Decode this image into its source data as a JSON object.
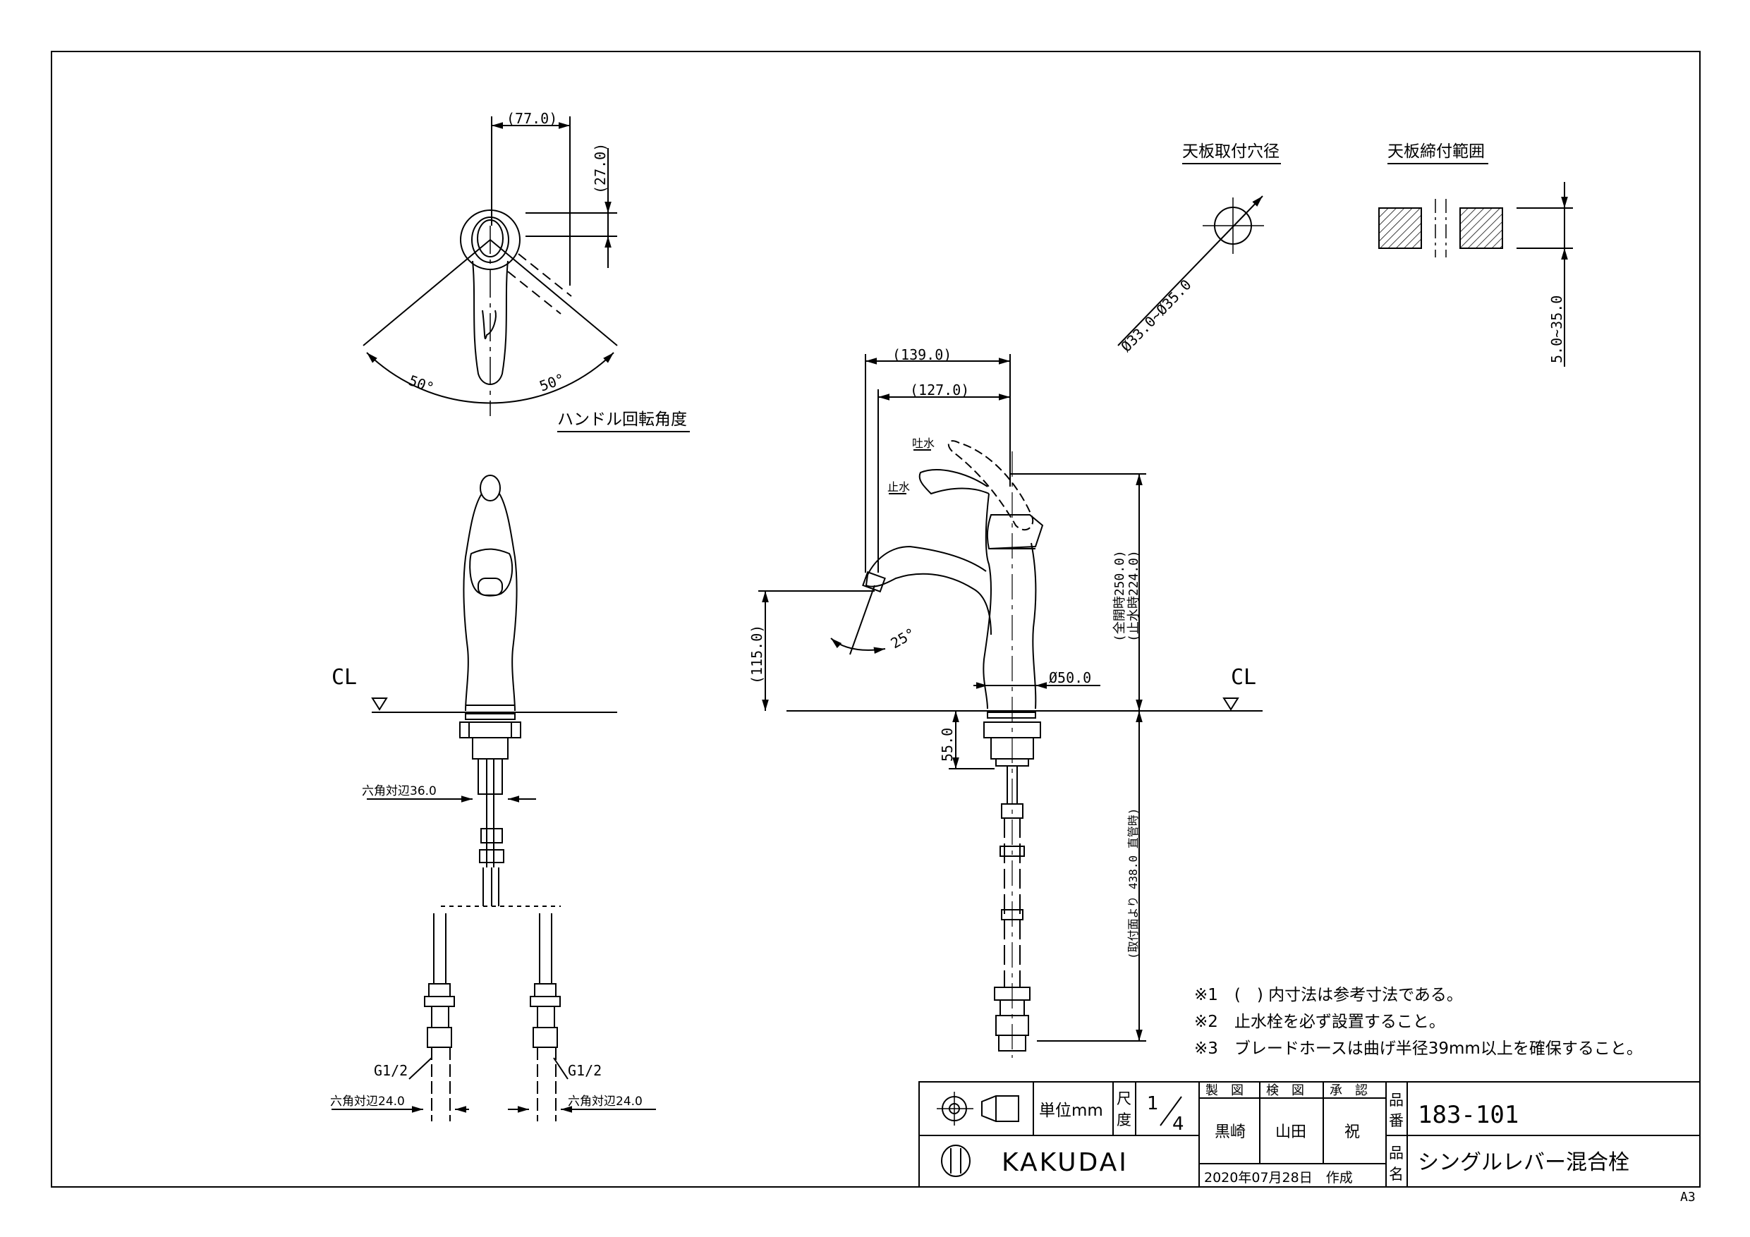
{
  "handle_rotation": {
    "width": "(77.0)",
    "height": "(27.0)",
    "angle_left": "50°",
    "angle_right": "50°",
    "title": "ハンドル回転角度"
  },
  "mounting_hole": {
    "title": "天板取付穴径",
    "diameter": "Ø33.0~Ø35.0"
  },
  "clamp_range": {
    "title": "天板締付範囲",
    "range": "5.0~35.0"
  },
  "front_view": {
    "cl": "CL",
    "hex_nut": "六角対辺36.0",
    "g_left": "G1/2",
    "g_right": "G1/2",
    "hex_left": "六角対辺24.0",
    "hex_right": "六角対辺24.0"
  },
  "side_view": {
    "reach_total": "(139.0)",
    "reach_spout": "(127.0)",
    "label_open": "吐水",
    "label_close": "止水",
    "height_full_open": "(全開時250.0)",
    "height_closed": "(止水時224.0)",
    "spout_height": "(115.0)",
    "spout_angle": "25°",
    "base_diameter": "Ø50.0",
    "shank_length": "55.0",
    "hose_length": "(取付面より 438.0 直管時)",
    "cl": "CL"
  },
  "notes": [
    "※1　(　) 内寸法は参考寸法である。",
    "※2　止水栓を必ず設置すること。",
    "※3　ブレードホースは曲げ半径39mm以上を確保すること。"
  ],
  "title_block": {
    "unit_label": "単位mm",
    "scale_label_1": "尺",
    "scale_label_2": "度",
    "scale_num": "1",
    "scale_den": "4",
    "made_label": "製　図",
    "check_label": "検　図",
    "approve_label": "承　認",
    "made_by": "黒崎",
    "checked_by": "山田",
    "approved_by": "祝",
    "product_no_label_1": "品",
    "product_no_label_2": "番",
    "product_no": "183-101",
    "product_name_label_1": "品",
    "product_name_label_2": "名",
    "product_name": "シングルレバー混合栓",
    "brand": "KAKUDAI",
    "date": "2020年07月28日　作成"
  },
  "sheet_size": "A3"
}
